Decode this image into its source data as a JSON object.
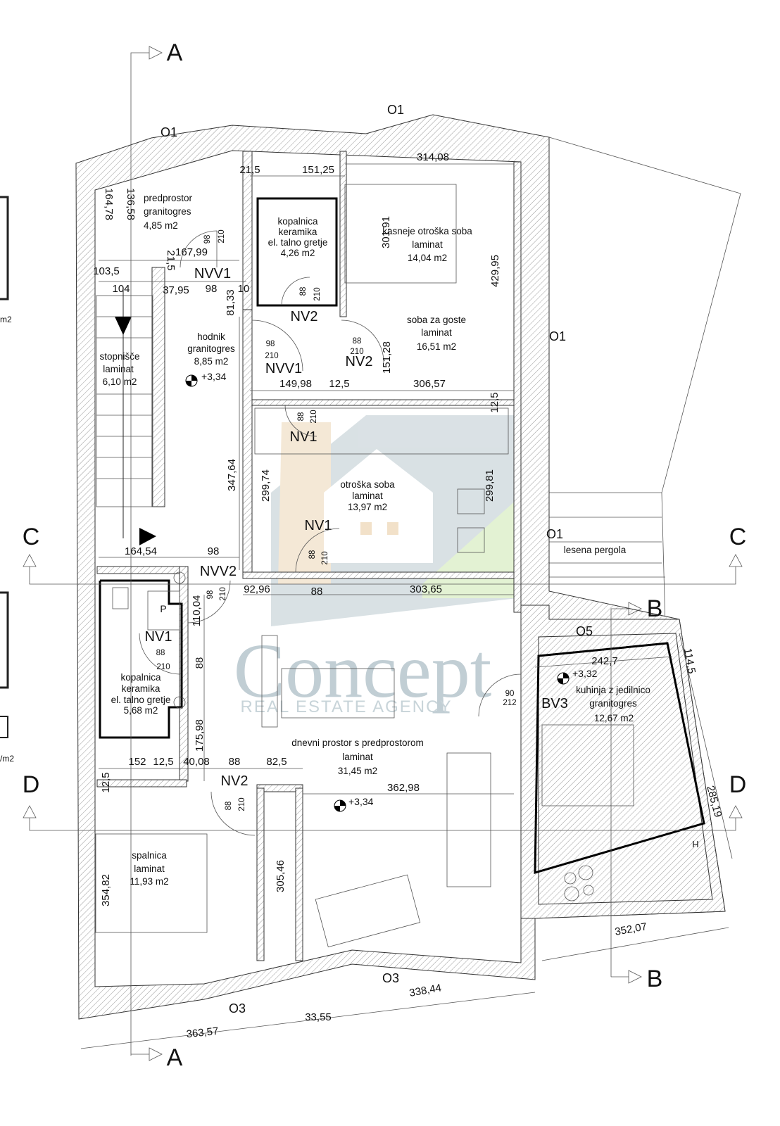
{
  "rooms": {
    "predprostor": [
      "predprostor",
      "granitogres",
      "4,85 m2"
    ],
    "kopalnica_top": [
      "kopalnica",
      "keramika",
      "el. talno gretje",
      "4,26 m2"
    ],
    "kasneje": [
      "kasneje otroška soba",
      "laminat",
      "14,04 m2"
    ],
    "soba_gosti": [
      "soba za goste",
      "laminat",
      "16,51 m2"
    ],
    "hodnik": [
      "hodnik",
      "granitogres",
      "8,85 m2"
    ],
    "stopnisce": [
      "stopnišče",
      "laminat",
      "6,10 m2"
    ],
    "otroska": [
      "otroška soba",
      "laminat",
      "13,97 m2"
    ],
    "kopalnica_bottom": [
      "kopalnica",
      "keramika",
      "el. talno gretje",
      "5,68 m2"
    ],
    "dnevni": [
      "dnevni prostor s predprostorom",
      "laminat",
      "31,45 m2"
    ],
    "kuhinja": [
      "kuhinja z jedilnico",
      "granitogres",
      "12,67 m2"
    ],
    "spalnica": [
      "spalnica",
      "laminat",
      "11,93 m2"
    ],
    "pergola": "lesena pergola"
  },
  "sections": {
    "A": "A",
    "B": "B",
    "C": "C",
    "D": "D"
  },
  "windows": {
    "O1": "O1",
    "O3": "O3",
    "O5": "O5"
  },
  "doors": [
    "NVV1",
    "NV2",
    "NVV1",
    "NV2",
    "NV1",
    "NV1",
    "NVV2",
    "NV1",
    "BV3",
    "NV2"
  ],
  "dimensions": [
    "21,5",
    "151,25",
    "314,08",
    "164,78",
    "136,58",
    "103,5",
    "167,99",
    "104",
    "37,95",
    "98",
    "81,33",
    "10",
    "301,91",
    "429,95",
    "151,28",
    "149,98",
    "12,5",
    "306,57",
    "12,5",
    "347,64",
    "299,74",
    "299,81",
    "164,54",
    "98",
    "92,96",
    "88",
    "303,65",
    "110,04",
    "88",
    "175,98",
    "152",
    "12,5",
    "40,08",
    "88",
    "82,5",
    "362,98",
    "12,5",
    "354,82",
    "305,46",
    "242,7",
    "114,5",
    "285,19",
    "352,07",
    "338,44",
    "33,55",
    "363,57",
    "21,5"
  ],
  "door_dims": [
    [
      "98",
      "210"
    ],
    [
      "88",
      "210"
    ],
    [
      "98",
      "210"
    ],
    [
      "88",
      "210"
    ],
    [
      "88",
      "210"
    ],
    [
      "88",
      "210"
    ],
    [
      "98",
      "210"
    ],
    [
      "88",
      "210"
    ],
    [
      "90",
      "212"
    ],
    [
      "88",
      "210"
    ]
  ],
  "elevations": [
    "+3,34",
    "+3,32",
    "+3,34"
  ],
  "fixtures": {
    "heater": "H",
    "p": "P"
  },
  "edge_fragments": [
    "m2",
    "/m2"
  ],
  "watermark": {
    "name": "Concept",
    "tagline": "REAL ESTATE AGENCY"
  },
  "colors": {
    "watermark_blue": "#c9d3d8",
    "watermark_beige": "#f1e2cc",
    "watermark_green": "#dcefc8",
    "wall_hatch": "#888888"
  }
}
